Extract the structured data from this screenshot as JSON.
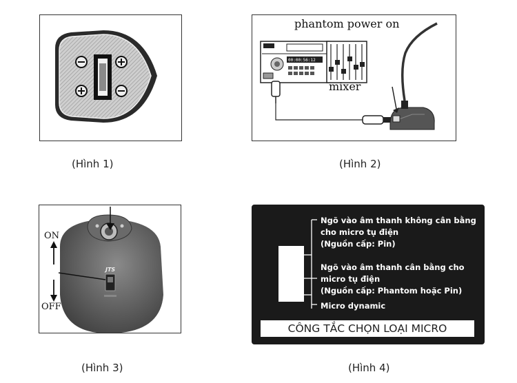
{
  "figures": {
    "fig1": {
      "caption": "(Hình 1)"
    },
    "fig2": {
      "caption": "(Hình 2)",
      "label_phantom": "phantom power on",
      "label_mixer": "mixer",
      "display_readout": "00:00:56:12"
    },
    "fig3": {
      "caption": "(Hình 3)",
      "label_on": "ON",
      "label_off": "OFF",
      "brand": "JTS"
    },
    "fig4": {
      "caption": "(Hình 4)",
      "labels": [
        {
          "lines": [
            "Ngõ vào âm thanh không cân bằng",
            "cho micro tụ điện",
            "(Nguồn cấp: Pin)"
          ]
        },
        {
          "lines": [
            "Ngõ vào âm thanh cân bằng cho",
            "micro tụ điện",
            "(Nguồn cấp: Phantom hoặc Pin)"
          ]
        },
        {
          "lines": [
            "Micro dynamic"
          ]
        }
      ],
      "switch_title": "CÔNG TẮC CHỌN LOẠI MICRO"
    }
  }
}
